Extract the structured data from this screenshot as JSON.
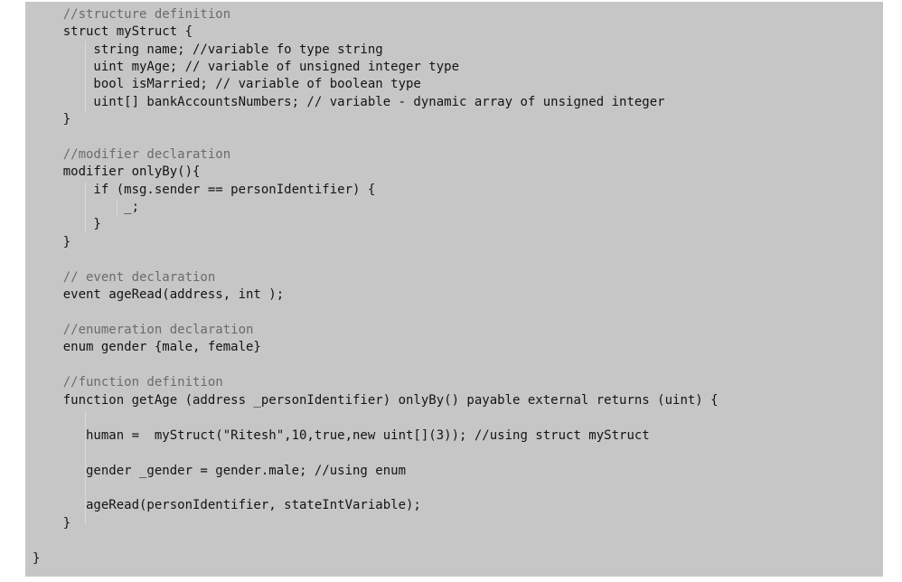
{
  "code_lines": [
    "    //structure definition",
    "    struct myStruct {",
    "        string name; //variable fo type string",
    "        uint myAge; // variable of unsigned integer type",
    "        bool isMarried; // variable of boolean type",
    "        uint[] bankAccountsNumbers; // variable - dynamic array of unsigned integer",
    "    }",
    "",
    "    //modifier declaration",
    "    modifier onlyBy(){",
    "        if (msg.sender == personIdentifier) {",
    "            _;",
    "        }",
    "    }",
    "",
    "    // event declaration",
    "    event ageRead(address, int );",
    "",
    "    //enumeration declaration",
    "    enum gender {male, female}",
    "",
    "    //function definition",
    "    function getAge (address _personIdentifier) onlyBy() payable external returns (uint) {",
    "",
    "       human =  myStruct(\"Ritesh\",10,true,new uint[](3)); //using struct myStruct",
    "",
    "       gender _gender = gender.male; //using enum",
    "",
    "       ageRead(personIdentifier, stateIntVariable);",
    "    }",
    "",
    "}"
  ]
}
